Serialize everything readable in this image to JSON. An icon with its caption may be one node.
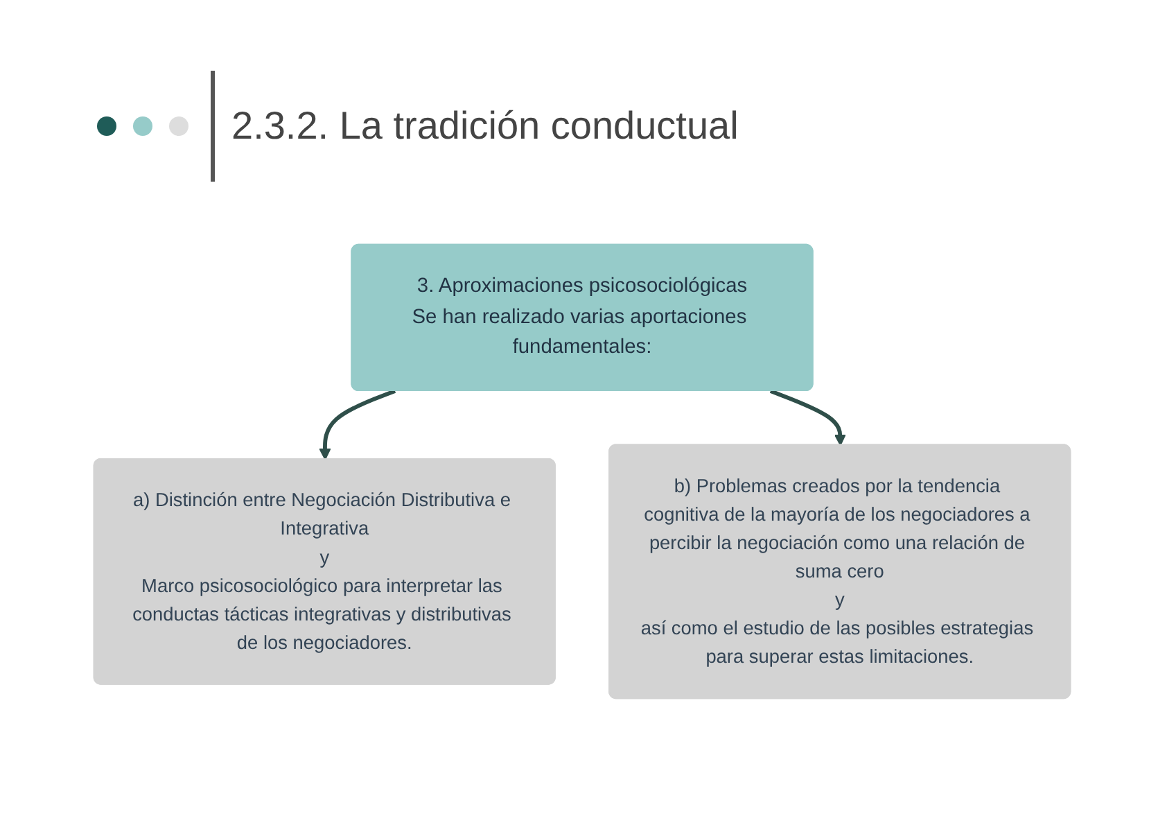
{
  "diagram": {
    "title": "2.3.2. La tradición conductual",
    "nodes": [
      {
        "text": [
          "3. Aproximaciones psicosociológicas",
          "Se han realizado varias aportaciones fundamentales:"
        ]
      },
      {
        "text": [
          "a) Distinción entre Negociación Distributiva e Integrativa",
          "y",
          "Marco psicosociológico para interpretar las conductas tácticas integrativas y distributivas de los negociadores."
        ]
      },
      {
        "text": [
          "b) Problemas creados por la tendencia cognitiva de la mayoría de los negociadores a percibir la negociación como una relación de suma cero",
          "y",
          "así como el estudio de las posibles estrategias para superar estas limitaciones."
        ]
      }
    ],
    "edges": [
      {
        "from": 0,
        "to": 1,
        "arrow": "to"
      },
      {
        "from": 0,
        "to": 2,
        "arrow": "to"
      }
    ]
  }
}
